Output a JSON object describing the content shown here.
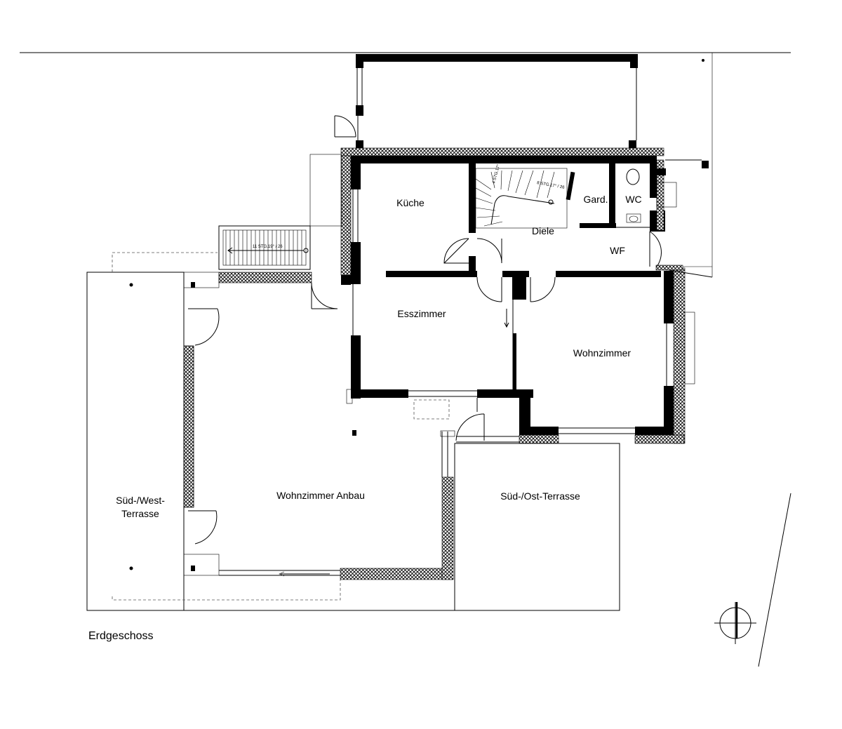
{
  "plan": {
    "caption": "Erdgeschoss",
    "rooms": {
      "kueche": "Küche",
      "diele": "Diele",
      "gard": "Gard.",
      "wc": "WC",
      "wf": "WF",
      "esszimmer": "Esszimmer",
      "wohnzimmer": "Wohnzimmer",
      "wohnzimmer_anbau": "Wohnzimmer Anbau",
      "sued_ost_terrasse": "Süd-/Ost-Terrasse",
      "sued_west_terrasse_line1": "Süd-/West-",
      "sued_west_terrasse_line2": "Terrasse"
    },
    "stairs": {
      "outdoor_label": "11 STG.19° / 26",
      "indoor_label_1": "4 STG.17° / 27",
      "indoor_label_2": "8 STG.17° / 26"
    }
  }
}
